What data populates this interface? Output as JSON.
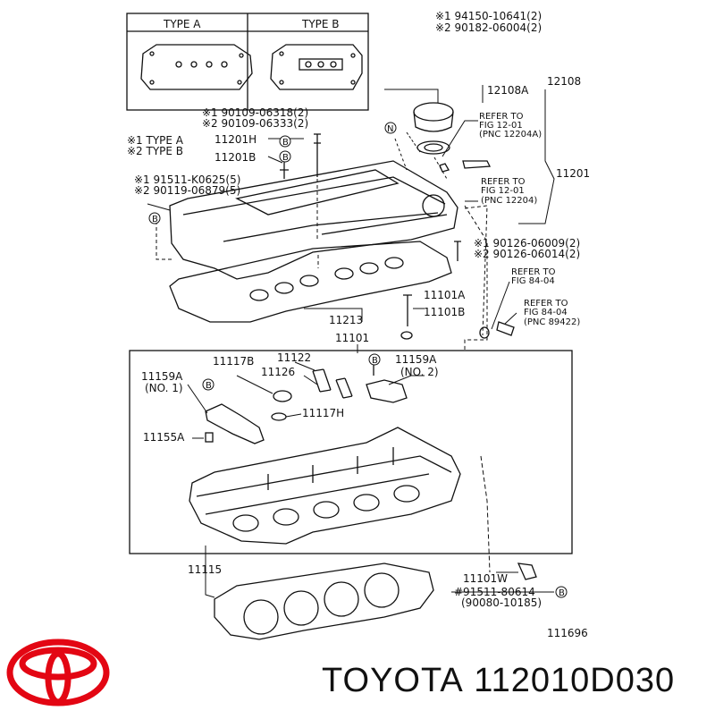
{
  "type_a": "TYPE A",
  "type_b": "TYPE B",
  "ref_94150": "※1 94150-10641(2)",
  "ref_90182": "※2 90182-06004(2)",
  "p12108": "12108",
  "p12108a": "12108A",
  "ref_90109a": "※1 90109-06318(2)",
  "ref_90109b": "※2 90109-06333(2)",
  "legend_1": "※1 TYPE A",
  "legend_2": "※2 TYPE B",
  "p11201h": "11201H",
  "p11201b": "11201B",
  "ref_91511": "※1 91511-K0625(5)",
  "ref_90119": "※2 90119-06879(5)",
  "refer1": [
    "REFER TO",
    "FIG 12-01",
    "(PNC 12204A)"
  ],
  "refer2": [
    "REFER TO",
    "FIG 12-01",
    "(PNC 12204)"
  ],
  "p11201": "11201",
  "ref_90126a": "※1 90126-06009(2)",
  "ref_90126b": "※2 90126-06014(2)",
  "refer3": [
    "REFER TO",
    "FIG 84-04"
  ],
  "refer4": [
    "REFER TO",
    "FIG 84-04",
    "(PNC 89422)"
  ],
  "p11101a": "11101A",
  "p11101b": "11101B",
  "p11213": "11213",
  "p11101": "11101",
  "p11122": "11122",
  "p11126": "11126",
  "p11117b": "11117B",
  "p11159a_1": "11159A",
  "no1": "(NO. 1)",
  "p11159a_2": "11159A",
  "no2": "(NO. 2)",
  "p11117h": "11117H",
  "p11155a": "11155A",
  "p11115": "11115",
  "p11101w": "11101W",
  "ref_91511b": "#91511-80614",
  "ref_90080": "(90080-10185)",
  "fig_no": "111696",
  "marker_b": "B",
  "marker_n": "N",
  "brand": "TOYOTA",
  "part_number": "112010D030",
  "colors": {
    "line": "#111111",
    "logo": "#e30613"
  }
}
